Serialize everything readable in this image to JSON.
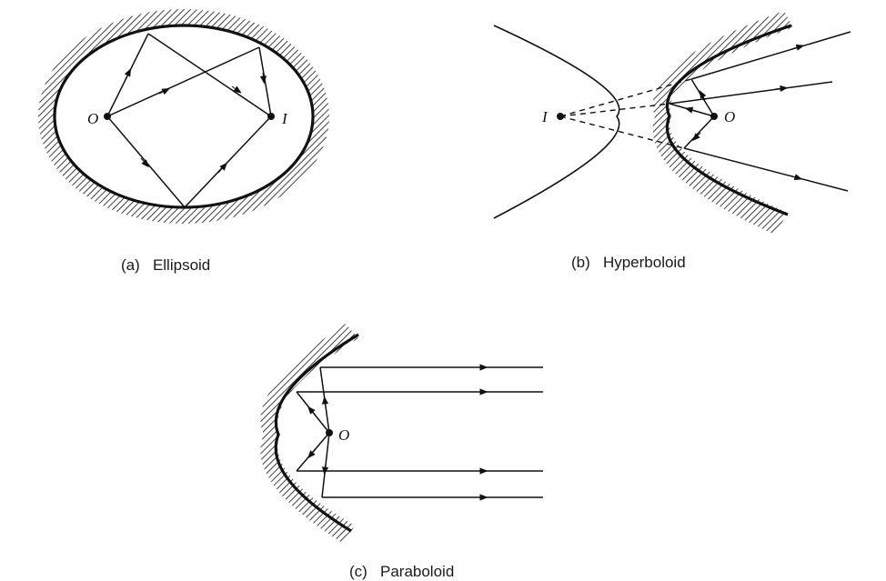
{
  "panels": [
    {
      "id": "a",
      "caption": "(a)   Ellipsoid",
      "points": {
        "O": "O",
        "I": "I"
      }
    },
    {
      "id": "b",
      "caption": "(b)   Hyperboloid",
      "points": {
        "I": "I",
        "O": "O"
      }
    },
    {
      "id": "c",
      "caption": "(c)   Paraboloid",
      "points": {
        "O": "O"
      }
    }
  ],
  "colors": {
    "ink": "#111111",
    "background": "#ffffff"
  }
}
